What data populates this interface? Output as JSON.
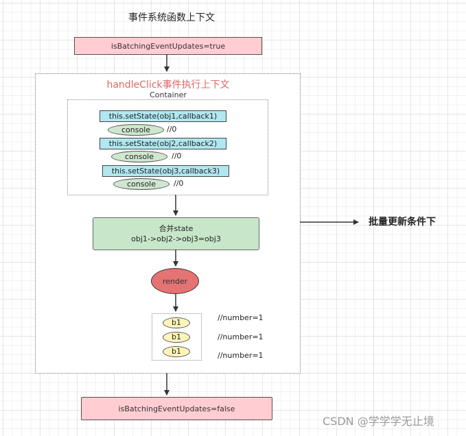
{
  "diagram": {
    "top_title": "事件系统函数上下文",
    "batching_start": "isBatchingEventUpdates=true",
    "handler_context": {
      "title": "handleClick事件执行上下文",
      "container_label": "Container",
      "set_state_calls": [
        {
          "call": "this.setState(obj1,callback1)",
          "console": "console",
          "comment": "//0"
        },
        {
          "call": "this.setState(obj2,callback2)",
          "console": "console",
          "comment": "//0"
        },
        {
          "call": "this.setState(obj3,callback3)",
          "console": "console",
          "comment": "//0"
        }
      ],
      "merge_state": {
        "line1": "合并state",
        "line2": "obj1->obj2->obj3=obj3"
      },
      "render": "render",
      "children": [
        {
          "label": "b1",
          "comment": "//number=1"
        },
        {
          "label": "b1",
          "comment": "//number=1"
        },
        {
          "label": "b1",
          "comment": "//number=1"
        }
      ]
    },
    "side_label": "批量更新条件下",
    "batching_end": "isBatchingEventUpdates=false"
  },
  "watermark": "CSDN @学学学无止境",
  "colors": {
    "pink": "#ffcdd2",
    "cyan": "#b1e7f0",
    "console_green": "#cfe6cf",
    "merge_green": "#c8e6c9",
    "render_red": "#e57373",
    "b1_yellow": "#fff5b8",
    "title_red": "#e06666"
  }
}
